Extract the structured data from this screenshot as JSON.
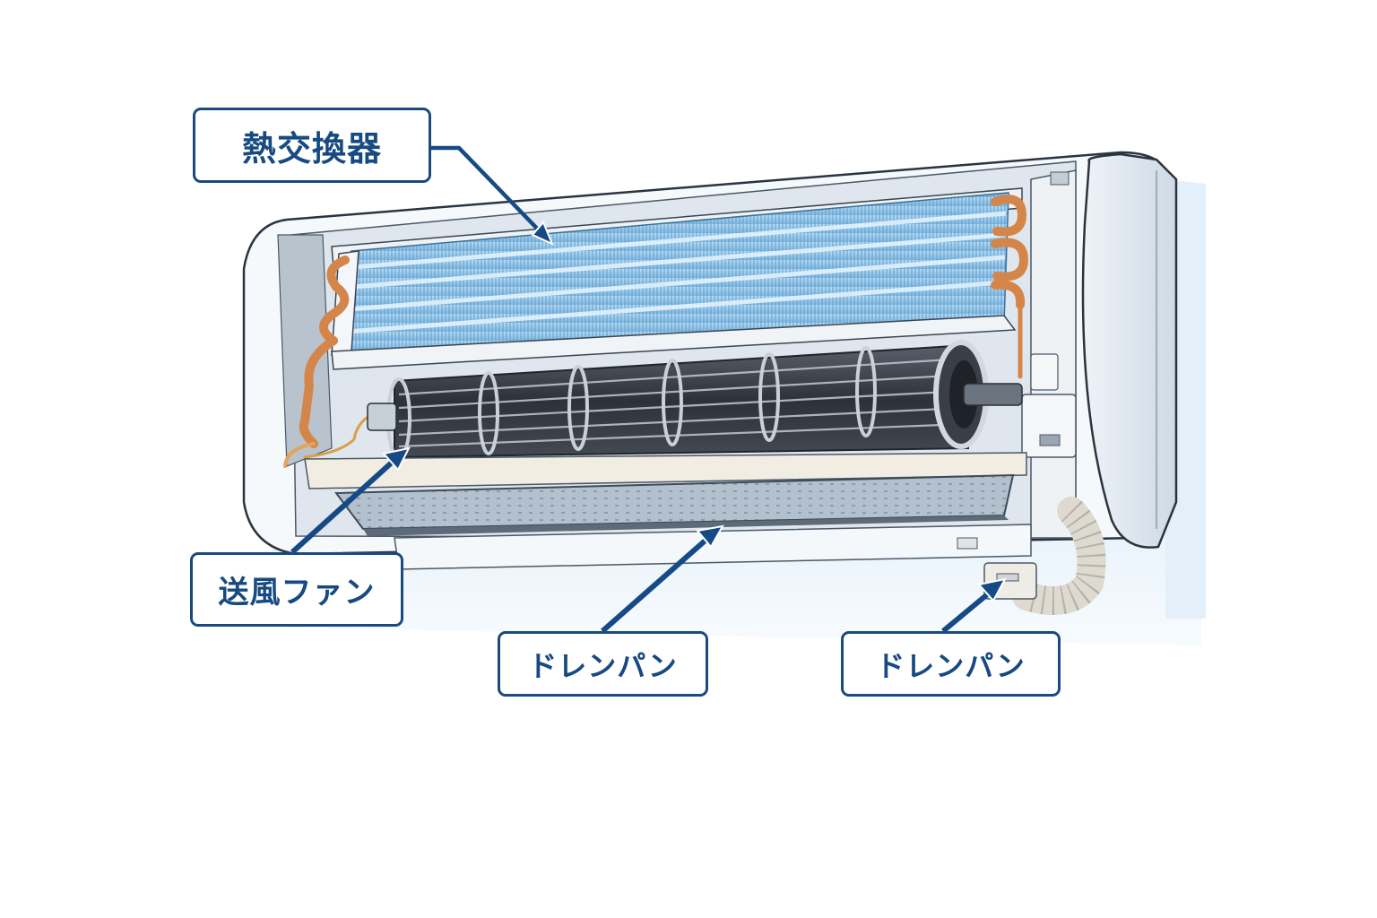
{
  "diagram": {
    "subject": "wall-mounted air conditioner indoor unit, cutaway view",
    "colors": {
      "callout_border": "#1a4a7e",
      "callout_text": "#174a80",
      "arrow": "#164a86",
      "heat_exchanger_fins": "#8fc3e6",
      "copper_pipe": "#d98a4a",
      "fan_blades": "#3a3f47",
      "housing": "#f4f7fa",
      "drain_pan": "#a9b7c6",
      "shadow": "#dcebf7"
    },
    "callouts": [
      {
        "id": "heat-exchanger",
        "label": "熱交換器",
        "points_to": "heat exchanger fins (upper blue coil)"
      },
      {
        "id": "fan",
        "label": "送風ファン",
        "points_to": "cross-flow blower fan (dark cylinder)"
      },
      {
        "id": "drain-pan-1",
        "label": "ドレンパン",
        "points_to": "drain pan tray under the fan"
      },
      {
        "id": "drain-pan-2",
        "label": "ドレンパン",
        "points_to": "drain outlet / hose connector at lower right"
      }
    ]
  }
}
